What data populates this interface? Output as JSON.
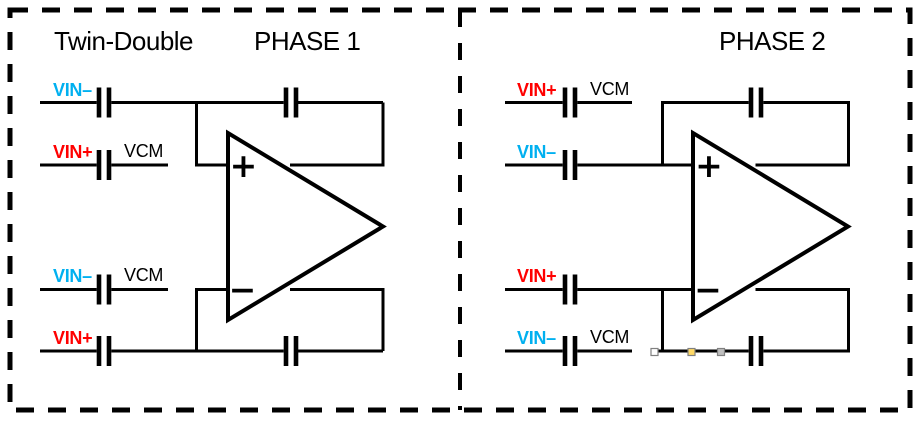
{
  "diagram": {
    "title": "Twin-Double",
    "colors": {
      "vin_plus": "#FF0000",
      "vin_minus": "#00B0F0",
      "wire": "#000000",
      "handle_white": "#FFFFFF",
      "handle_yellow": "#FFD966",
      "handle_gray": "#BFBFBF",
      "handle_border": "#808080"
    },
    "phase1": {
      "title": "PHASE 1",
      "rows": [
        {
          "label": "VIN–",
          "color": "#00B0F0"
        },
        {
          "label": "VIN+",
          "color": "#FF0000",
          "vcm": "VCM"
        },
        {
          "label": "VIN–",
          "color": "#00B0F0",
          "vcm": "VCM"
        },
        {
          "label": "VIN+",
          "color": "#FF0000"
        }
      ],
      "opamp": {
        "plus": "+",
        "minus": "−"
      }
    },
    "phase2": {
      "title": "PHASE 2",
      "rows": [
        {
          "label": "VIN+",
          "color": "#FF0000",
          "vcm": "VCM"
        },
        {
          "label": "VIN–",
          "color": "#00B0F0"
        },
        {
          "label": "VIN+",
          "color": "#FF0000"
        },
        {
          "label": "VIN–",
          "color": "#00B0F0",
          "vcm": "VCM"
        }
      ],
      "opamp": {
        "plus": "+",
        "minus": "−"
      }
    }
  }
}
